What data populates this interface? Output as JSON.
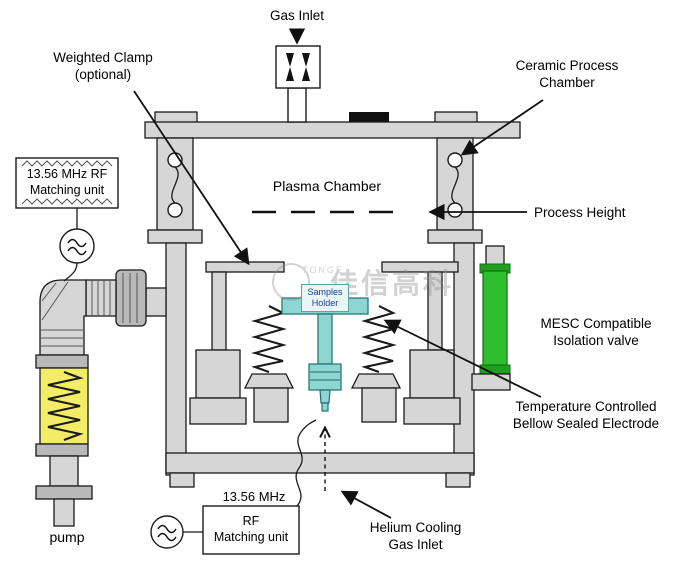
{
  "labels": {
    "gas_inlet": "Gas Inlet",
    "weighted_clamp": "Weighted Clamp\n(optional)",
    "ceramic_chamber": "Ceramic Process\nChamber",
    "rf_left": "13.56 MHz RF\nMatching unit",
    "plasma_chamber": "Plasma Chamber",
    "process_height": "Process Height",
    "samples_holder": "Samples\nHolder",
    "mesc_valve": "MESC Compatible\nIsolation valve",
    "temp_electrode": "Temperature Controlled\nBellow Sealed Electrode",
    "helium_inlet": "Helium Cooling\nGas Inlet",
    "rf_bottom_freq": "13.56 MHz",
    "rf_bottom": "RF\nMatching unit",
    "pump": "pump"
  },
  "watermark": {
    "brand": "TONGE",
    "cjk": "佳信高科"
  },
  "colors": {
    "background": "#ffffff",
    "structure": "#d6d6d6",
    "structure_dark": "#b9b9b9",
    "teal": "#8fd6d2",
    "green": "#2ebf2e",
    "green_dark": "#1f9e1f",
    "yellow": "#f2ec66"
  }
}
